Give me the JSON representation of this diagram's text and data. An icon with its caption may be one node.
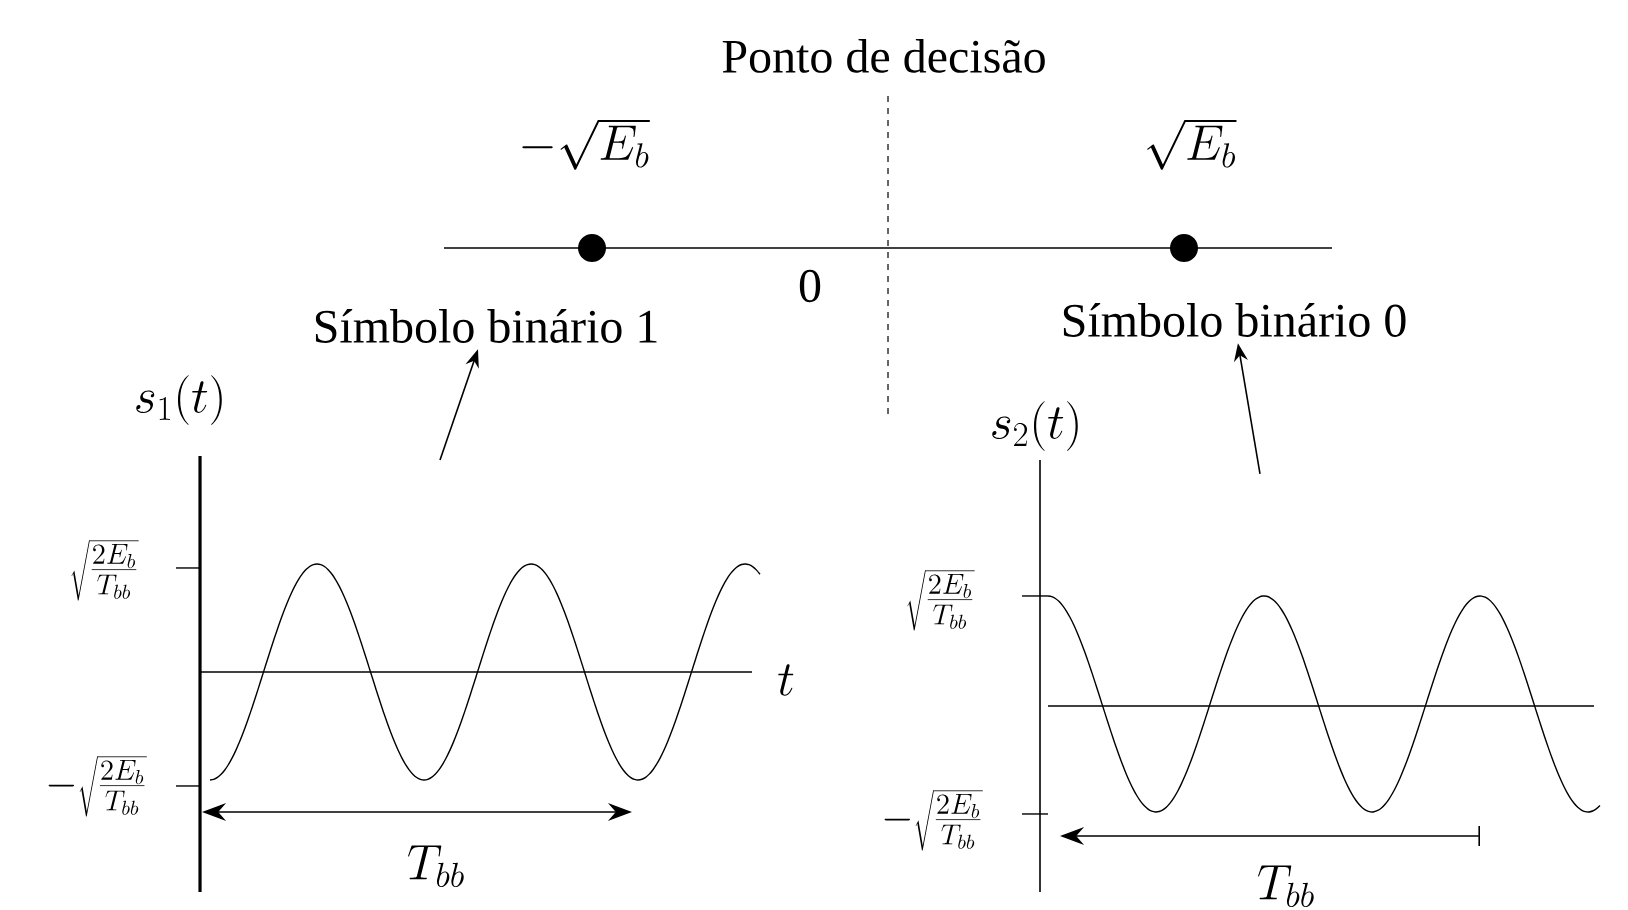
{
  "diagram": {
    "nodes": [
      {
        "text": [
          "Símbolo binário 1"
        ]
      },
      {
        "text": [
          "Símbolo binário 0"
        ]
      }
    ],
    "edges": [
      {
        "from": null,
        "to": 0,
        "arrow": "to"
      },
      {
        "from": null,
        "to": 1,
        "arrow": "to"
      }
    ],
    "labels": [
      "Ponto de decisão",
      "-\\sqrt{E_b}",
      "\\sqrt{E_b}",
      "0",
      "s_1(t)",
      "\\sqrt{\\frac{2E_b}{T_{bb}}}",
      "-\\sqrt{\\frac{2E_b}{T_{bb}}}",
      "t",
      "T_{bb}",
      "s_2(t)",
      "\\sqrt{\\frac{2E_b}{T_{bb}}}",
      "-\\sqrt{\\frac{2E_b}{T_{bb}}}",
      "T_{bb}"
    ]
  }
}
